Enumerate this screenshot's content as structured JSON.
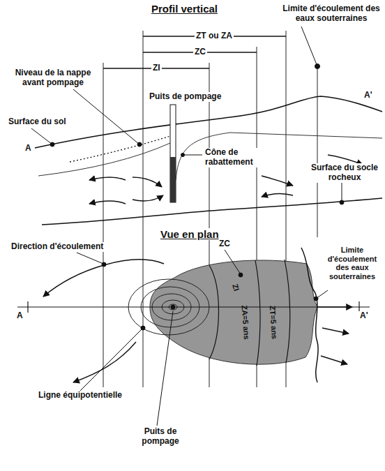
{
  "diagram": {
    "labels": [
      "Profil vertical",
      "Limite d'écoulement des eaux souterraines",
      "ZT ou ZA",
      "ZC",
      "ZI",
      "Niveau de la nappe avant pompage",
      "Puits de pompage",
      "Surface du sol",
      "A",
      "Cône de rabattement",
      "A'",
      "Surface du socle rocheux",
      "Vue en plan",
      "Direction d'écoulement",
      "ZC",
      "Limite d'écoulement des eaux souterraines",
      "ZI",
      "ZA=5 ans",
      "ZT=5 ans",
      "A",
      "A'",
      "Ligne équipotentielle",
      "Puits de pompage"
    ]
  }
}
